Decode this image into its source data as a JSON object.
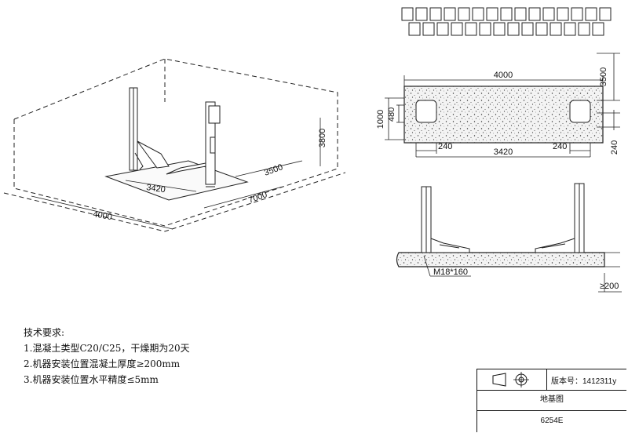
{
  "top_view": {
    "top_dim": "4000",
    "right_dim": "3500",
    "left_outer_dim": "1000",
    "left_inner_dim": "480",
    "bottom_left_dim": "240",
    "bottom_center_dim": "3420",
    "bottom_right_dim": "240",
    "right_small_dim": "240"
  },
  "iso_view": {
    "height_dim": "3800",
    "width_dim": "3500",
    "depth_dim": "7000",
    "front_dim": "4000",
    "column_spacing_dim": "3420"
  },
  "side_view": {
    "bolt_label": "M18*160",
    "thickness_label": "≥200"
  },
  "notes": {
    "heading": "技术要求:",
    "items": [
      "1.混凝土类型C20/C25，干燥期为20天",
      "2.机器安装位置混凝土厚度≥200mm",
      "3.机器安装位置水平精度≤5mm"
    ]
  },
  "title_block": {
    "version": "版本号：1412311y",
    "title": "地基图",
    "model": "6254E"
  }
}
